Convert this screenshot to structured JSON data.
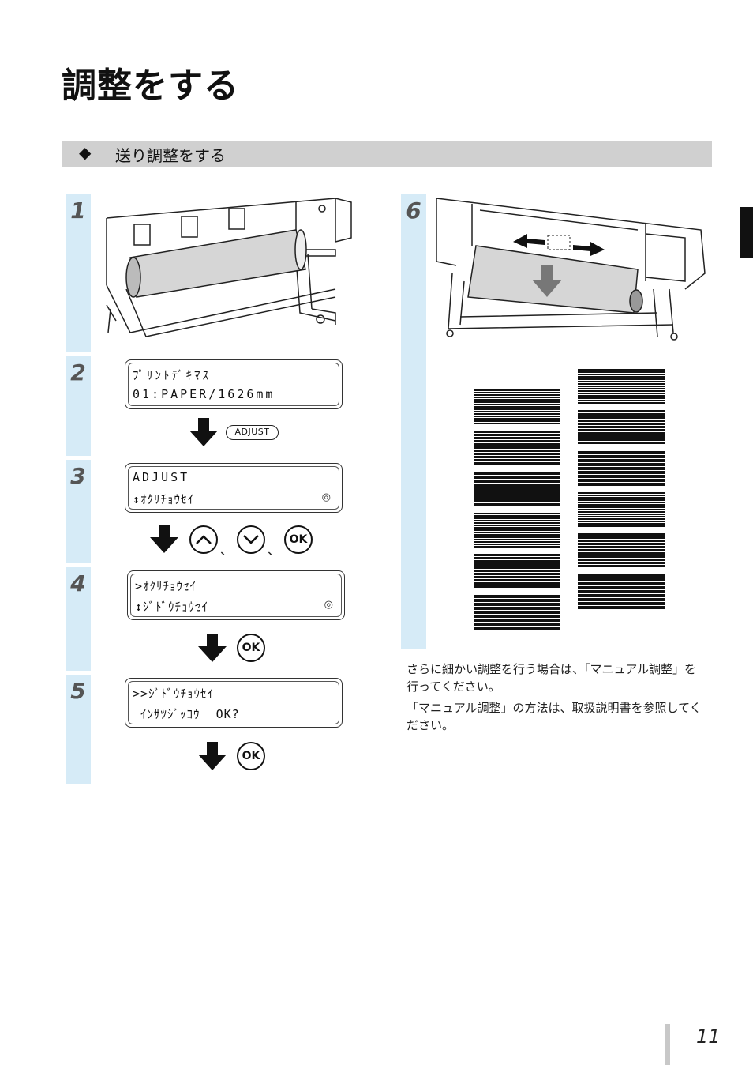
{
  "title": "調整をする",
  "section": {
    "diamond": "◆",
    "heading": "送り調整をする"
  },
  "steps": [
    {
      "number": "1"
    },
    {
      "number": "2",
      "lcd": [
        "ﾌﾟﾘﾝﾄﾃﾞｷﾏｽ",
        "01:PAPER/1626mm"
      ]
    },
    {
      "number": "3",
      "lcd": [
        "ADJUST",
        "↕ｵｸﾘﾁｮｳｾｲ"
      ]
    },
    {
      "number": "4",
      "lcd": [
        ">ｵｸﾘﾁｮｳｾｲ",
        "↕ｼﾞﾄﾞｳﾁｮｳｾｲ"
      ]
    },
    {
      "number": "5",
      "lcd": [
        ">>ｼﾞﾄﾞｳﾁｮｳｾｲ",
        " ｲﾝｻﾂｼﾞｯｺｳ  OK?"
      ]
    },
    {
      "number": "6"
    }
  ],
  "keys": {
    "adjust": "ADJUST",
    "ok": "OK",
    "comma": "、"
  },
  "lcd_mark": "◎",
  "note": {
    "p1": "さらに細かい調整を行う場合は、「マニュアル調整」を行ってください。",
    "p2": "「マニュアル調整」の方法は、取扱説明書を参照してください。"
  },
  "page_number": "11"
}
